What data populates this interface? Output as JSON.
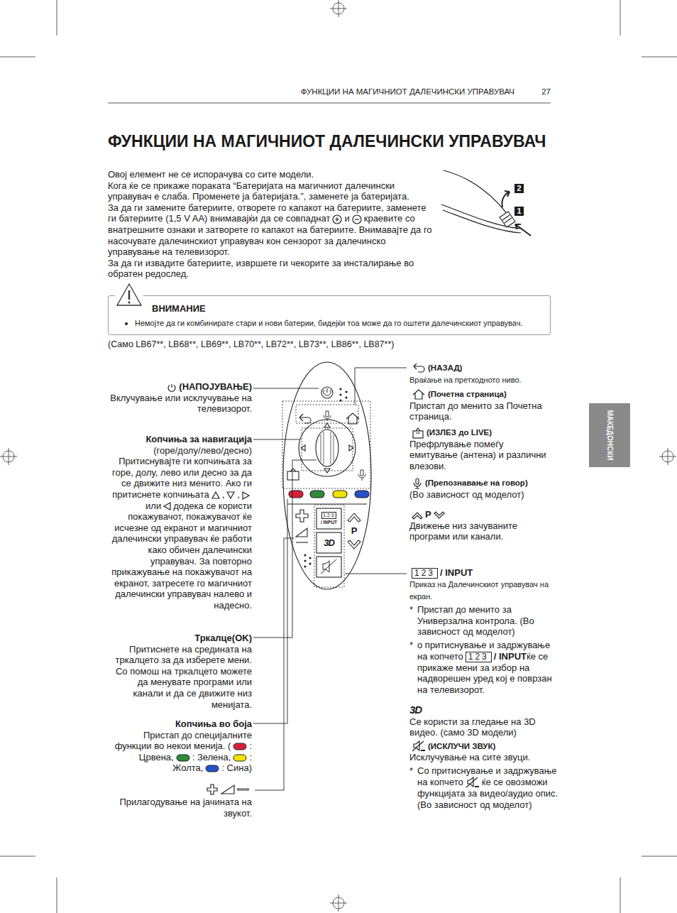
{
  "diagram": {
    "title": "ФУНКЦИИ НА МАГИЧНИОТ ДАЛЕЧИНСКИ УПРАВУВАЧ",
    "nodes": [
      {
        "text": [
          "ВНИМАНИЕ",
          "Немојте да ги комбинирате стари и нови батерии, бидејќи тоа може да го оштети далечинскиот управувач."
        ]
      },
      {
        "text": [
          "МАКЕДОНСКИ"
        ]
      },
      {
        "text": [
          "123",
          "/ INPUT"
        ]
      },
      {
        "text": [
          "P"
        ]
      },
      {
        "text": [
          "3D"
        ]
      }
    ],
    "labels": [
      "ФУНКЦИИ НА МАГИЧНИОТ ДАЛЕЧИНСКИ УПРАВУВАЧ",
      "27",
      "Овој елемент не се испорачува со сите модели.",
      "Кога ќе се прикаже пораката “Батеријата на магичниот далечински управувач е слаба. Променете ја батеријата.”, заменете ја батеријата.",
      "За да ги замените батериите, отворете го капакот на батериите, заменете ги батериите (1,5 V AA) внимавајќи да се совпаднат",
      "и",
      "краевите со внатрешните ознаки и затворете го капакот на батериите. Внимавајте да го насочувате далечинскиот управувач кон сензорот за далечинско управување на телевизорот.",
      "За да ги извадите батериите, извршете ги чекорите за инсталирање во обратен редослед.",
      "2",
      "1",
      "(Само LB67**, LB68**, LB69**, LB70**, LB72**, LB73**, LB86**, LB87**)",
      "(НАПОЈУВАЊЕ)",
      "Вклучување или исклучување на телевизорот.",
      "Копчиња за навигација",
      "(горе/долу/лево/десно)",
      "Притиснувајте ги копчињата за горе, долу, лево или десно за да се движите низ менито. Ако ги притиснете копчињата",
      ",",
      ",",
      "или",
      "додека се користи покажувачот, покажувачот ќе исчезне од екранот и магичниот далечински управувач ќе работи како обичен далечински управувач. За повторно прикажување на покажувачот на екранот, затресете го магичниот далечински управувач налево и надесно.",
      "Тркалце(OK)",
      "Притиснете на средината на тркалцето за да изберете мени. Со помош на тркалцето можете да менувате програми или канали и да се движите низ менијата.",
      "Копчиња во боја",
      "Пристап до специјалните функции во некои менија. (",
      ": Црвена,",
      ": Зелена,",
      ": Жолта,",
      ": Сина)",
      "Прилагодување на јачината на звукот.",
      "(НАЗАД)",
      "Враќање на претходното ниво.",
      "(Почетна страница)",
      "Пристап до менито за Почетна страница.",
      "(ИЗЛЕЗ до LIVE)",
      "Префрлување помеѓу емитување (антена) и различни влезови.",
      "(Препознавање на говор)",
      "(Во зависност од моделот)",
      "P",
      "Движење низ зачуваните програми или канали.",
      "123",
      "/ INPUT",
      "Приказ на Далечинскиот управувач на екран.",
      "*",
      "Пристап до менито за Универзална контрола. (Во зависност од моделот)",
      "*",
      "о притиснување и задржување на копчето",
      "123",
      "/ INPUT",
      "ќе се прикаже мени за избор на надворешен уред кој е поврзан на телевизорот.",
      "3D",
      "Се користи за гледање на 3D видео. (само 3D модели)",
      "(ИСКЛУЧИ ЗВУК)",
      "Исклучување на сите звуци.",
      "*",
      "Со притиснување и задржување на копчето",
      "ќе се овозможи функцијата за видео/аудио опис. (Во зависност од моделот)"
    ]
  }
}
